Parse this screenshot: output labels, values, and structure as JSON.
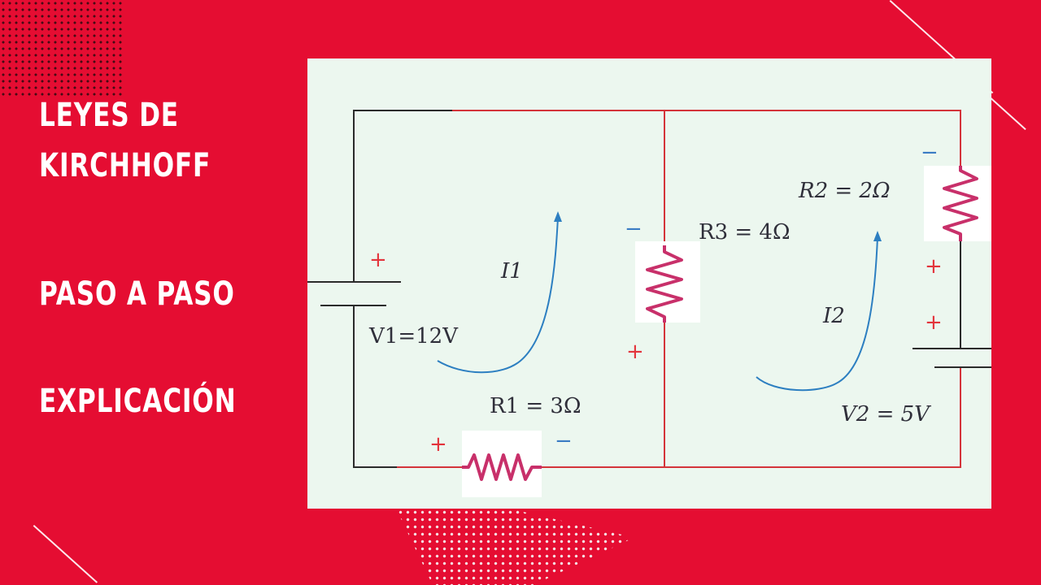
{
  "title": {
    "line1": "LEYES DE",
    "line2": "KIRCHHOFF",
    "line3": "PASO A PASO",
    "line4": "EXPLICACIÓN"
  },
  "diagram": {
    "v1_label": "V1=12V",
    "v2_label": "V2 = 5V",
    "r1_label": "R1 = 3Ω",
    "r2_label": "R2 = 2Ω",
    "r3_label": "R3 = 4Ω",
    "i1_label": "I1",
    "i2_label": "I2",
    "plus": "+",
    "minus": "−"
  },
  "colors": {
    "background": "#e50d32",
    "panel": "#ecf7ef",
    "wire_dark": "#2b2b2b",
    "wire_red": "#d4343a",
    "resistor": "#c8306a",
    "current_arrow": "#2d7fc1",
    "plus_sign": "#e3343c",
    "minus_sign": "#3b7cc4"
  }
}
